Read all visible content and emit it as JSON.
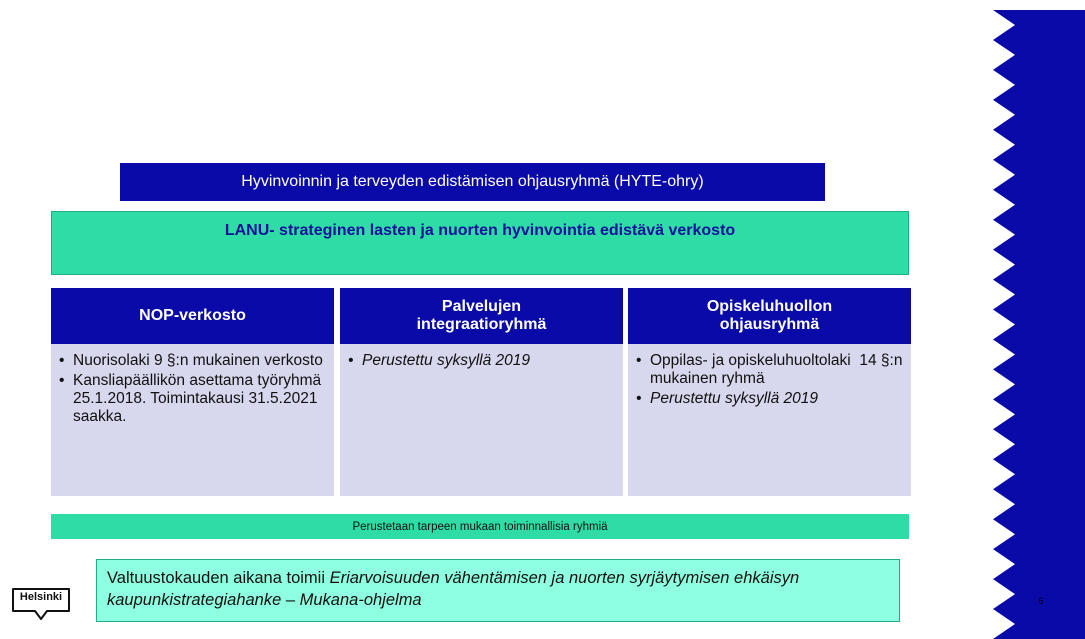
{
  "hyte_box": {
    "text": "Hyvinvoinnin ja terveyden edistämisen ohjausryhmä (HYTE-ohry)"
  },
  "lanu_box": {
    "text": "LANU- strateginen lasten ja nuorten hyvinvointia edistävä verkosto"
  },
  "columns": [
    {
      "header": "NOP-verkosto",
      "items": [
        {
          "text": "Nuorisolaki 9 §:n mukainen verkosto",
          "italic": false
        },
        {
          "text": "Kansliapäällikön asettama työryhmä 25.1.2018. Toimintakausi 31.5.2021 saakka.",
          "italic": false
        }
      ]
    },
    {
      "header": "Palvelujen integraatioryhmä",
      "items": [
        {
          "text": "Perustettu syksyllä 2019",
          "italic": true
        }
      ]
    },
    {
      "header": "Opiskeluhuollon ohjausryhmä",
      "items": [
        {
          "text": "Oppilas- ja opiskeluhuoltolaki  14 §:n mukainen ryhmä",
          "italic": false
        },
        {
          "text": "Perustettu syksyllä 2019",
          "italic": true
        }
      ]
    }
  ],
  "functional_groups": {
    "text": "Perustetaan tarpeen mukaan toiminnallisia ryhmiä"
  },
  "mukana_box": {
    "prefix": "Valtuustokauden aikana toimii ",
    "italic": "Eriarvoisuuden vähentämisen ja nuorten syrjäytymisen ehkäisyn kaupunkistrategiahanke – Mukana-ohjelma"
  },
  "logo": {
    "text": "Helsinki",
    "icon": "helsinki-crest-icon"
  },
  "page_number": "6",
  "colors": {
    "dark_blue": "#0a0aa8",
    "teal": "#2fdca6",
    "light_teal": "#8effe0",
    "lavender": "#d7d7ee",
    "side_decoration": "#0a0aa8"
  }
}
